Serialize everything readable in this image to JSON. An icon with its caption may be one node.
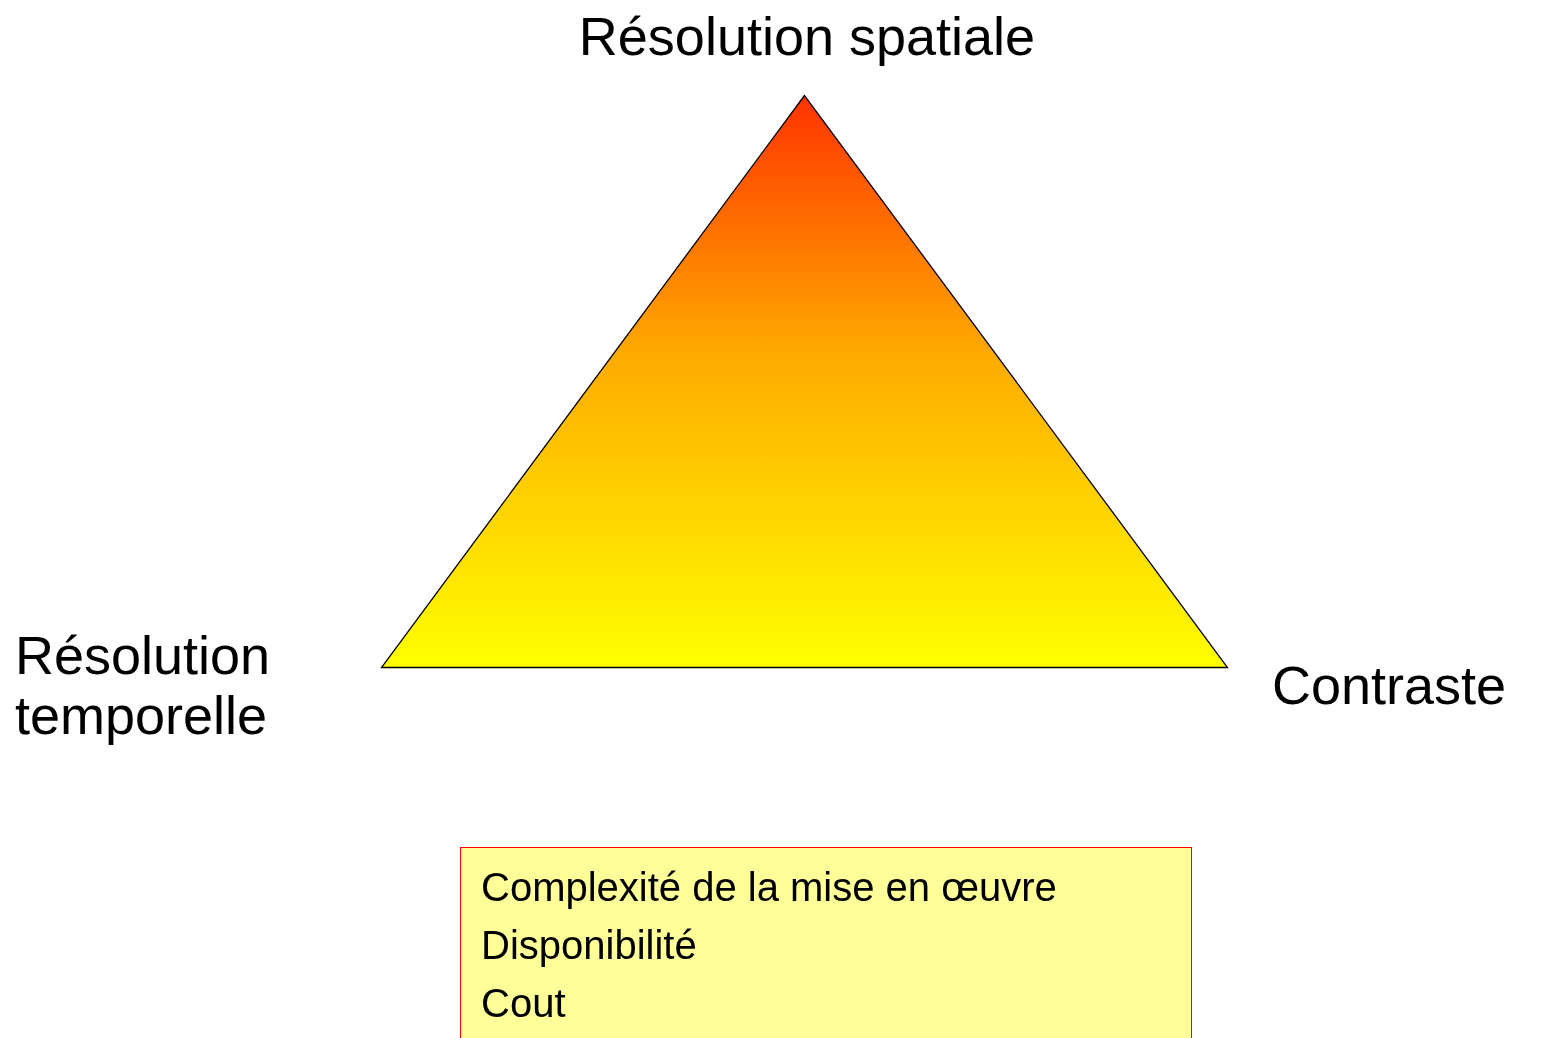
{
  "diagram": {
    "nodes": [
      {
        "text": [],
        "shape": "triangle",
        "beside": [
          "Résolution spatiale",
          "Résolution temporelle",
          "Contraste"
        ]
      },
      {
        "text": [
          "Complexité de la mise en œuvre",
          "Disponibilité",
          "Cout"
        ]
      }
    ],
    "edges": []
  }
}
